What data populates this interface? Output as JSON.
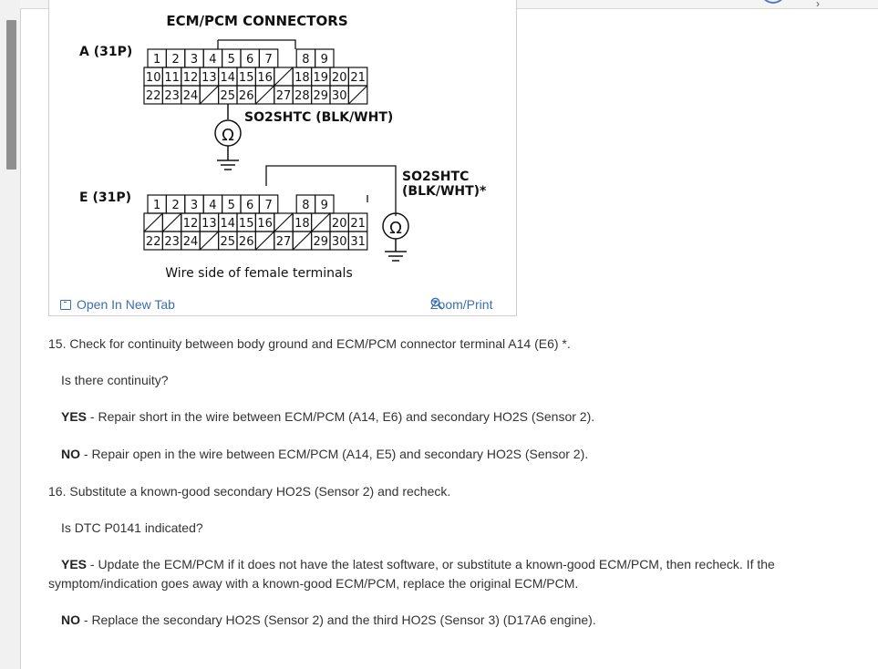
{
  "figure": {
    "title": "ECM/PCM CONNECTORS",
    "connector_a_label": "A (31P)",
    "connector_e_label": "E (31P)",
    "wire_label_a": "SO2SHTC (BLK/WHT)",
    "wire_label_e_line1": "SO2SHTC",
    "wire_label_e_line2": "(BLK/WHT)*",
    "ohm_symbol": "Ω",
    "caption": "Wire side of female terminals",
    "connector_a": {
      "row1": [
        "1",
        "2",
        "3",
        "4",
        "5",
        "6",
        "7",
        "",
        "8",
        "9"
      ],
      "row2": [
        "10",
        "11",
        "12",
        "13",
        "14",
        "15",
        "16",
        "",
        "18",
        "19",
        "20",
        "21"
      ],
      "row3": [
        "22",
        "23",
        "24",
        "",
        "25",
        "26",
        "",
        "27",
        "28",
        "29",
        "30",
        ""
      ]
    },
    "connector_e": {
      "row1": [
        "1",
        "2",
        "3",
        "4",
        "5",
        "6",
        "7",
        "",
        "8",
        "9"
      ],
      "row2": [
        "",
        "",
        "12",
        "13",
        "14",
        "15",
        "16",
        "",
        "18",
        "",
        "20",
        "21"
      ],
      "row3": [
        "22",
        "23",
        "24",
        "",
        "25",
        "26",
        "",
        "27",
        "",
        "29",
        "30",
        "31"
      ]
    }
  },
  "card_footer": {
    "open_tab_label": "Open In New Tab",
    "zoom_print_label": "Zoom/Print"
  },
  "steps": {
    "s15": "15. Check for continuity between body ground and ECM/PCM connector terminal A14 (E6) *.",
    "s15_question": "Is there continuity?",
    "s15_yes_key": "YES",
    "s15_yes": " - Repair short in the wire between ECM/PCM (A14, E6) and secondary HO2S (Sensor 2).",
    "s15_no_key": "NO",
    "s15_no": " - Repair open in the wire between ECM/PCM (A14, E5) and secondary HO2S (Sensor 2).",
    "s16": "16. Substitute a known-good secondary HO2S (Sensor 2) and recheck.",
    "s16_question": "Is DTC P0141 indicated?",
    "s16_yes_key": "YES",
    "s16_yes_line1": " - Update the ECM/PCM if it does not have the latest software, or substitute a known-good ECM/PCM, then recheck. If the",
    "s16_yes_line2": "symptom/indication goes away with a known-good ECM/PCM, replace the original ECM/PCM.",
    "s16_no_key": "NO",
    "s16_no": " - Replace the secondary HO2S (Sensor 2) and the third HO2S (Sensor 3) (D17A6 engine)."
  }
}
